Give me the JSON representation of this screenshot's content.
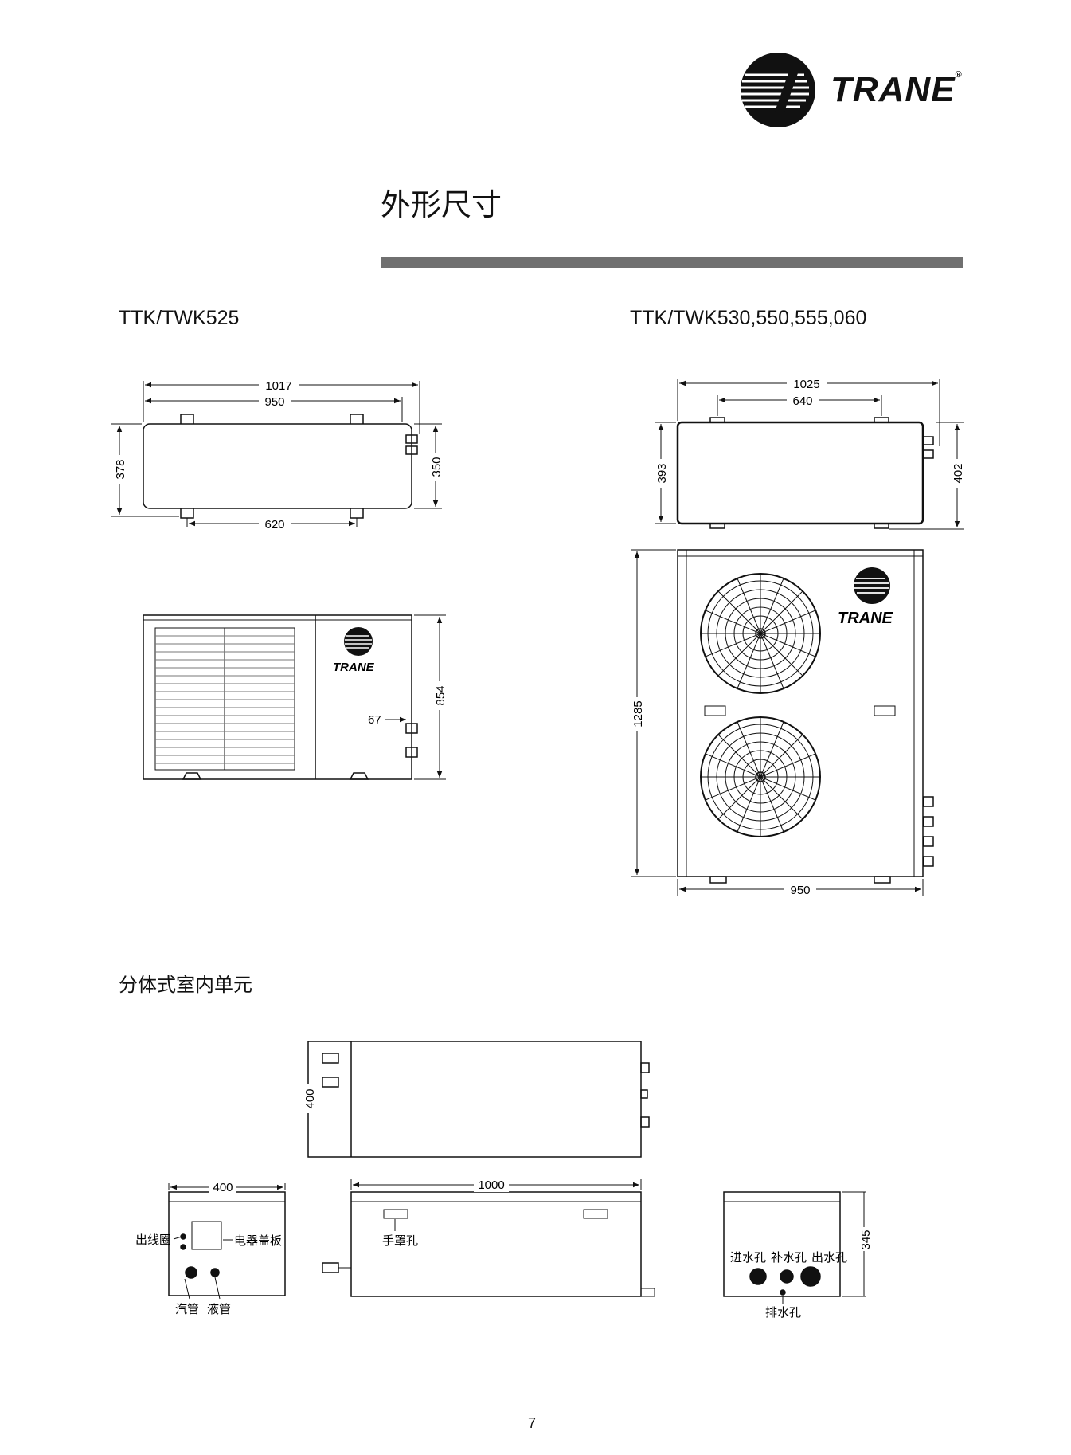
{
  "header": {
    "brand": "TRANE",
    "registered_mark": "®"
  },
  "page": {
    "title": "外形尺寸",
    "number": "7"
  },
  "models": {
    "left_label": "TTK/TWK525",
    "right_label": "TTK/TWK530,550,555,060"
  },
  "left_unit": {
    "top_view": {
      "overall_width": "1017",
      "inner_width": "950",
      "depth_outer": "378",
      "depth_inner": "350",
      "foot_spacing": "620"
    },
    "front_view": {
      "height": "854",
      "valve_offset": "67",
      "brand": "TRANE"
    }
  },
  "right_unit": {
    "top_view": {
      "overall_width": "1025",
      "foot_spacing": "640",
      "depth_left": "393",
      "depth_right": "402"
    },
    "front_view": {
      "height": "1285",
      "width": "950",
      "brand": "TRANE"
    }
  },
  "indoor_unit": {
    "section_title": "分体式室内单元",
    "top_view": {
      "depth": "400"
    },
    "side_view": {
      "width": "400",
      "labels": {
        "cable_hole": "出线圈",
        "cover_plate": "电器盖板",
        "gas_pipe": "汽管",
        "liquid_pipe": "液管"
      }
    },
    "front_view": {
      "length": "1000",
      "labels": {
        "hand_hole": "手罩孔"
      }
    },
    "back_view": {
      "height": "345",
      "labels": {
        "water_inlet": "进水孔",
        "water_makeup": "补水孔",
        "water_outlet": "出水孔",
        "drain_hole": "排水孔"
      }
    }
  }
}
